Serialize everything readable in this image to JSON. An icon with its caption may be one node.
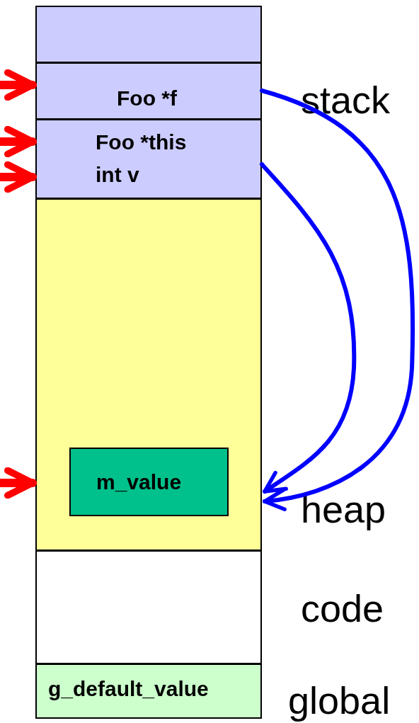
{
  "diagram": {
    "nodes": [
      {
        "text": [],
        "shape": "box"
      },
      {
        "text": [
          "Foo *f"
        ]
      },
      {
        "text": [
          "Foo *this",
          "int v"
        ]
      },
      {
        "text": [],
        "shape": "box",
        "beside": [
          "heap"
        ]
      },
      {
        "text": [
          "m_value"
        ],
        "in": 3
      },
      {
        "text": [],
        "shape": "box",
        "beside": [
          "code"
        ]
      },
      {
        "text": [
          "g_default_value"
        ],
        "beside": [
          "global"
        ]
      }
    ],
    "edges": [
      {
        "from": null,
        "to": 1,
        "arrow": "to",
        "color": "#ff0000"
      },
      {
        "from": null,
        "to": 2,
        "arrow": "to",
        "color": "#ff0000"
      },
      {
        "from": null,
        "to": 2,
        "arrow": "to",
        "color": "#ff0000"
      },
      {
        "from": null,
        "to": 3,
        "arrow": "to",
        "color": "#ff0000"
      },
      {
        "from": 1,
        "to": 3,
        "arrow": "to",
        "color": "#0000ff"
      },
      {
        "from": 2,
        "to": 3,
        "arrow": "to",
        "color": "#0000ff"
      }
    ],
    "labels": [
      "stack"
    ]
  }
}
